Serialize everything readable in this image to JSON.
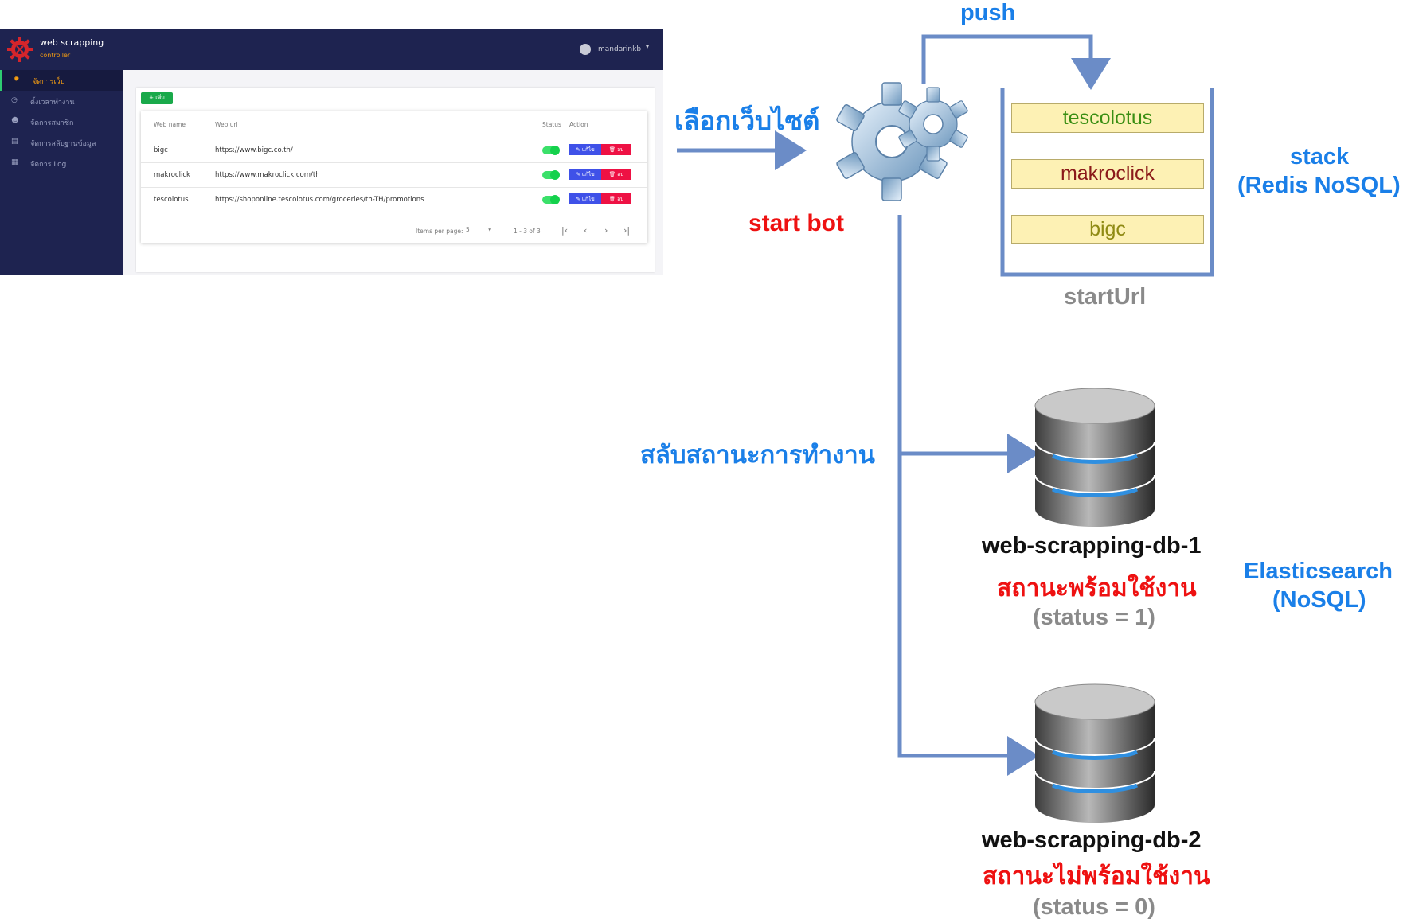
{
  "app": {
    "brand_title": "web scrapping",
    "brand_subtitle": "controller",
    "user_name": "mandarinkb",
    "sidebar": [
      {
        "label": "จัดการเว็บ",
        "icon": "gear-icon",
        "active": true
      },
      {
        "label": "ตั้งเวลาทำงาน",
        "icon": "clock-icon",
        "active": false
      },
      {
        "label": "จัดการสมาชิก",
        "icon": "users-icon",
        "active": false
      },
      {
        "label": "จัดการสลับฐานข้อมูล",
        "icon": "database-icon",
        "active": false
      },
      {
        "label": "จัดการ Log",
        "icon": "calendar-icon",
        "active": false
      }
    ],
    "add_button": "+ เพิ่ม",
    "table": {
      "headers": {
        "name": "Web name",
        "url": "Web url",
        "status": "Status",
        "action": "Action"
      },
      "rows": [
        {
          "name": "bigc",
          "url": "https://www.bigc.co.th/",
          "status_on": true
        },
        {
          "name": "makroclick",
          "url": "https://www.makroclick.com/th",
          "status_on": true
        },
        {
          "name": "tescolotus",
          "url": "https://shoponline.tescolotus.com/groceries/th-TH/promotions",
          "status_on": true
        }
      ],
      "edit_label": "แก้ไข",
      "delete_label": "ลบ"
    },
    "pager": {
      "items_per_page_label": "Items per page:",
      "items_per_page": "5",
      "range": "1 - 3 of 3"
    }
  },
  "diagram": {
    "select_site": "เลือกเว็บไซต์",
    "start_bot": "start bot",
    "push": "push",
    "stack_items": [
      "tescolotus",
      "makroclick",
      "bigc"
    ],
    "stack_item_colors": [
      "#3a8e13",
      "#8b1a1a",
      "#8f8a13"
    ],
    "stack_caption": "startUrl",
    "stack_label_line1": "stack",
    "stack_label_line2": "(Redis NoSQL)",
    "switch_status": "สลับสถานะการทำงาน",
    "db1": {
      "name": "web-scrapping-db-1",
      "status_text": "สถานะพร้อมใช้งาน",
      "status_code": "(status = 1)"
    },
    "db2": {
      "name": "web-scrapping-db-2",
      "status_text": "สถานะไม่พร้อมใช้งาน",
      "status_code": "(status = 0)"
    },
    "es_label_line1": "Elasticsearch",
    "es_label_line2": "(NoSQL)",
    "colors": {
      "accent_blue": "#1a7fe8",
      "arrow": "#6b8cc7",
      "warning_red": "#ee1111",
      "caption_grey": "#8a8a8a"
    }
  }
}
